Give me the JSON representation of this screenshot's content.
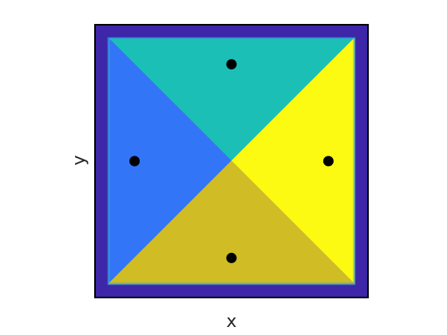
{
  "chart_data": {
    "type": "heatmap",
    "title": "",
    "xlabel": "x",
    "ylabel": "y",
    "xlim": [
      -1,
      1
    ],
    "ylim": [
      -1,
      1
    ],
    "grid": false,
    "legend": "none",
    "regions": [
      {
        "id": "top",
        "color": "#1bbfb6",
        "polygon": [
          [
            -0.9,
            0.9
          ],
          [
            0.9,
            0.9
          ],
          [
            0,
            0
          ]
        ]
      },
      {
        "id": "left",
        "color": "#3375f7",
        "polygon": [
          [
            -0.9,
            0.9
          ],
          [
            0,
            0
          ],
          [
            -0.9,
            -0.9
          ]
        ]
      },
      {
        "id": "right",
        "color": "#fcfa12",
        "polygon": [
          [
            0.9,
            0.9
          ],
          [
            0.9,
            -0.9
          ],
          [
            0,
            0
          ]
        ]
      },
      {
        "id": "bottom",
        "color": "#d0bc25",
        "polygon": [
          [
            -0.9,
            -0.9
          ],
          [
            0,
            0
          ],
          [
            0.9,
            -0.9
          ]
        ]
      }
    ],
    "background_color": "#3d26a8",
    "points": [
      {
        "x": 0,
        "y": 0.71
      },
      {
        "x": -0.71,
        "y": 0
      },
      {
        "x": 0.71,
        "y": 0
      },
      {
        "x": 0,
        "y": -0.71
      }
    ],
    "point_color": "#000000"
  }
}
